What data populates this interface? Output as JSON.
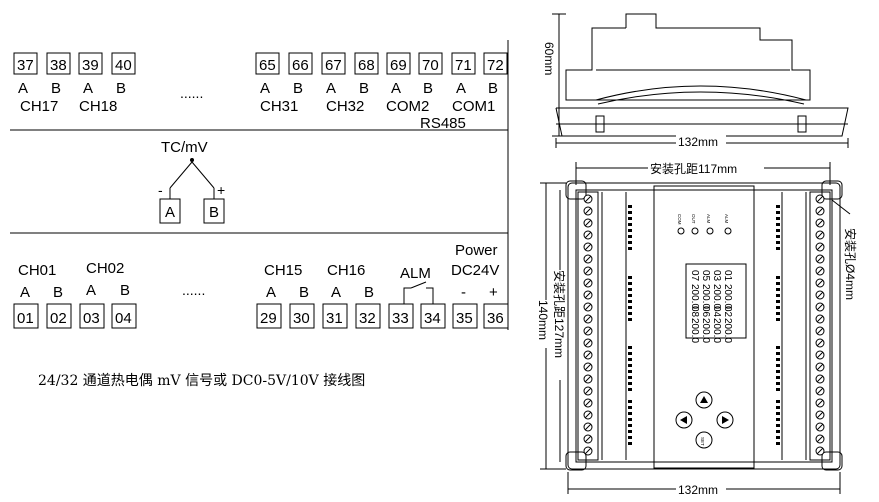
{
  "wiring": {
    "top_terms": [
      "37",
      "38",
      "39",
      "40",
      "65",
      "66",
      "67",
      "68",
      "69",
      "70",
      "71",
      "72"
    ],
    "top_ab": [
      "A",
      "B",
      "A",
      "B",
      "A",
      "B",
      "A",
      "B",
      "A",
      "B",
      "A",
      "B"
    ],
    "top_ch": [
      "CH17",
      "CH18",
      "CH31",
      "CH32",
      "COM2",
      "COM1"
    ],
    "rs485": "RS485",
    "ellipsis": "......",
    "tc_label": "TC/mV",
    "tc_minus": "-",
    "tc_plus": "+",
    "tc_a": "A",
    "tc_b": "B",
    "bot_ch": [
      "CH01",
      "CH02",
      "CH15",
      "CH16"
    ],
    "bot_ab": [
      "A",
      "B",
      "A",
      "B",
      "A",
      "B",
      "A",
      "B"
    ],
    "alm": "ALM",
    "power": "Power",
    "dc24v": "DC24V",
    "pwr_minus": "-",
    "pwr_plus": "+",
    "bot_terms": [
      "01",
      "02",
      "03",
      "04",
      "29",
      "30",
      "31",
      "32",
      "33",
      "34",
      "35",
      "36"
    ]
  },
  "caption": "24/32 通道热电偶 mV 信号或 DC0-5V/10V 接线图",
  "side_view": {
    "height": "60mm",
    "width": "132mm"
  },
  "front_view": {
    "hole_h": "安装孔距117mm",
    "hole_v": "安装孔距127mm",
    "height": "140mm",
    "hole_dia": "安装孔Ø4mm",
    "width": "132mm",
    "leds": [
      "COM",
      "OUT",
      "ALM",
      "ALM"
    ],
    "display_rows": [
      [
        "01",
        "200.0",
        "02",
        "200.0"
      ],
      [
        "03",
        "200.0",
        "04",
        "200.0"
      ],
      [
        "05",
        "200.0",
        "06",
        "200.0"
      ],
      [
        "07",
        "200.0",
        "08",
        "200.0"
      ]
    ],
    "key_center": "SET"
  }
}
